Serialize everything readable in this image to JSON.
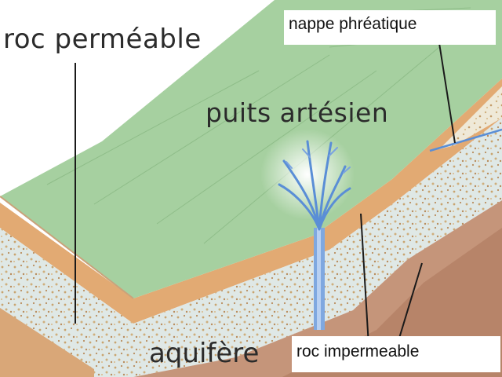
{
  "diagram": {
    "labels": {
      "roc_permeable": "roc perméable",
      "puits_artesien": "puits artésien",
      "aquifere": "aquifère",
      "nappe_phreatique": "nappe phréatique",
      "roc_impermeable": "roc impermeable"
    },
    "colors": {
      "surface_green": "#a6d0a0",
      "topsoil_orange": "#e2aa73",
      "aquifer_speckled": "#dfe8e6",
      "impermeable_brown": "#c5957a",
      "water_blue": "#5a8ed6",
      "label_text": "#2b2b2b",
      "leader_line": "#1a1a1a"
    }
  }
}
